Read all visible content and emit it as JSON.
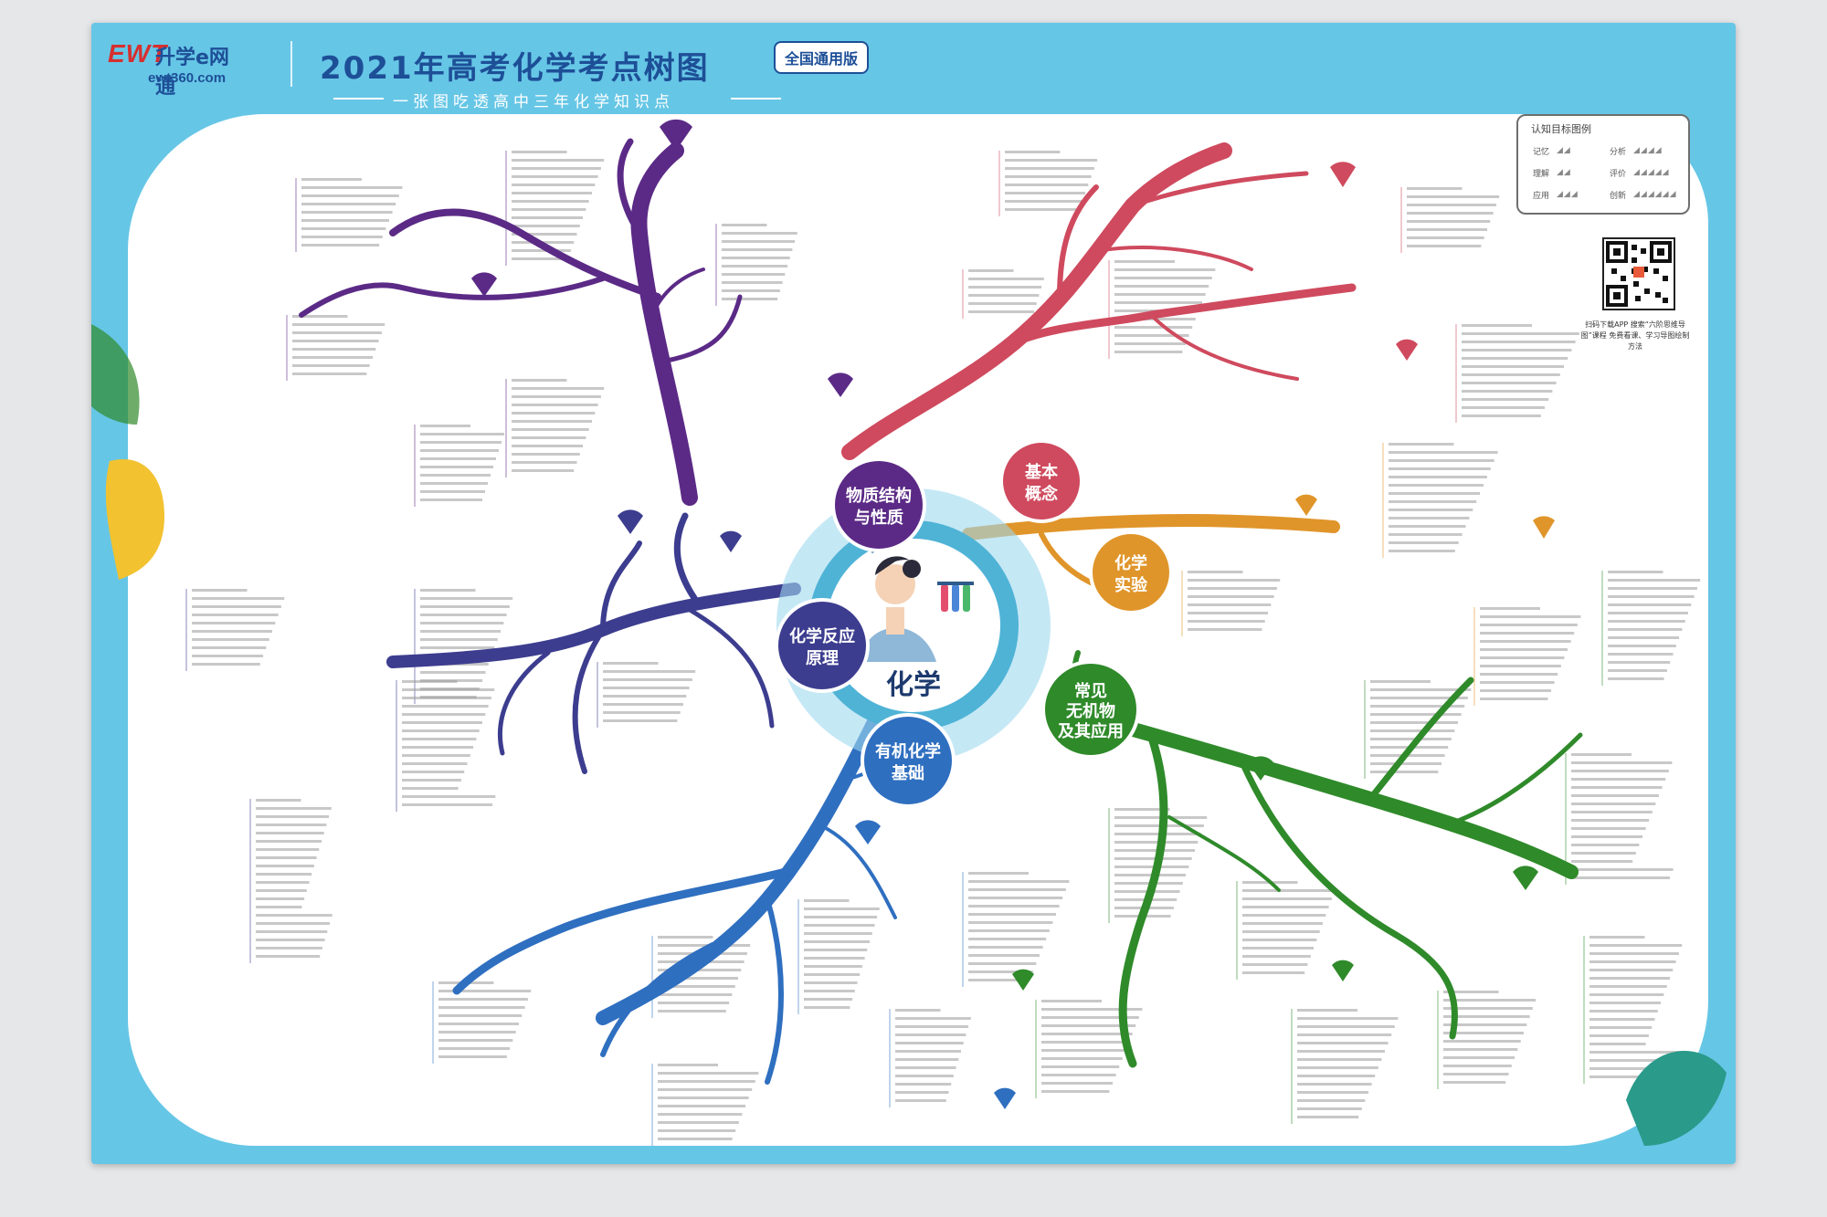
{
  "header": {
    "logo_mark": "EWT",
    "logo_name": "升学e网通",
    "logo_url": "ewt360.com",
    "title": "2021年高考化学考点树图",
    "badge": "全国通用版",
    "subtitle": "一张图吃透高中三年化学知识点"
  },
  "center": {
    "label": "化学"
  },
  "branches": [
    {
      "id": "jiben",
      "label_lines": [
        "基本",
        "概念"
      ],
      "color": "#cf4a5e"
    },
    {
      "id": "wuzhi",
      "label_lines": [
        "物质结构",
        "与性质"
      ],
      "color": "#5b2a86"
    },
    {
      "id": "shiyan",
      "label_lines": [
        "化学",
        "实验"
      ],
      "color": "#e0952a"
    },
    {
      "id": "fanying",
      "label_lines": [
        "化学反应",
        "原理"
      ],
      "color": "#3c3d8f"
    },
    {
      "id": "wuji",
      "label_lines": [
        "常见",
        "无机物",
        "及其应用"
      ],
      "color": "#2f8a2a"
    },
    {
      "id": "youji",
      "label_lines": [
        "有机化学",
        "基础"
      ],
      "color": "#2f6fc0"
    }
  ],
  "legend": {
    "title": "认知目标图例",
    "items": [
      "记忆",
      "分析",
      "理解",
      "评价",
      "应用",
      "创新"
    ]
  },
  "qr": {
    "caption": "扫码下载APP 搜索“六阶思维导图”课程 免费看课、学习导图绘制方法"
  },
  "colors": {
    "poster_bg": "#66c6e6",
    "title": "#1d4f97",
    "center_ring": "#9fd8ee"
  }
}
